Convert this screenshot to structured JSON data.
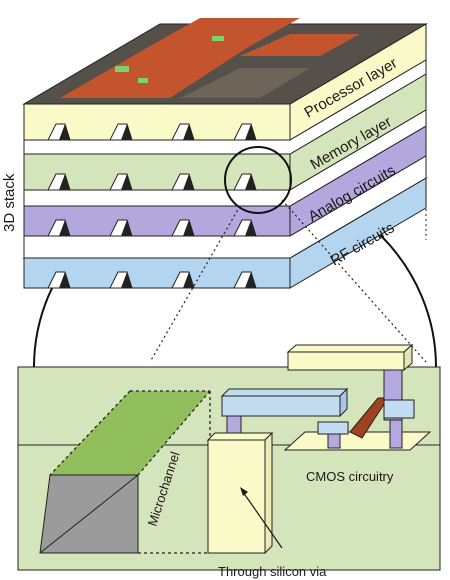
{
  "figure": {
    "stack_label": "3D stack",
    "layers": [
      {
        "label": "Processor layer",
        "color": "#f7f6c5"
      },
      {
        "label": "Memory layer",
        "color": "#d8e6bd"
      },
      {
        "label": "Analog circuits",
        "color": "#b6a9e0"
      },
      {
        "label": "RF circuits",
        "color": "#b2d4ee"
      }
    ],
    "detail": {
      "microchannel_label": "Microchannel",
      "cmos_label": "CMOS circuitry",
      "tsv_label": "Through silicon via"
    },
    "colors": {
      "pale_yellow": "#fafac8",
      "pale_green": "#d5e5bb",
      "purple": "#b3a7de",
      "light_blue": "#b3d5ef",
      "die_red": "#c4542e",
      "die_dark": "#55504a",
      "channel_green": "#8fbe5a",
      "channel_gray": "#9b9b9b",
      "strap_blue": "#c2dcf2",
      "strap_purple": "#b4aadf",
      "gate_brown": "#a0421f"
    }
  }
}
